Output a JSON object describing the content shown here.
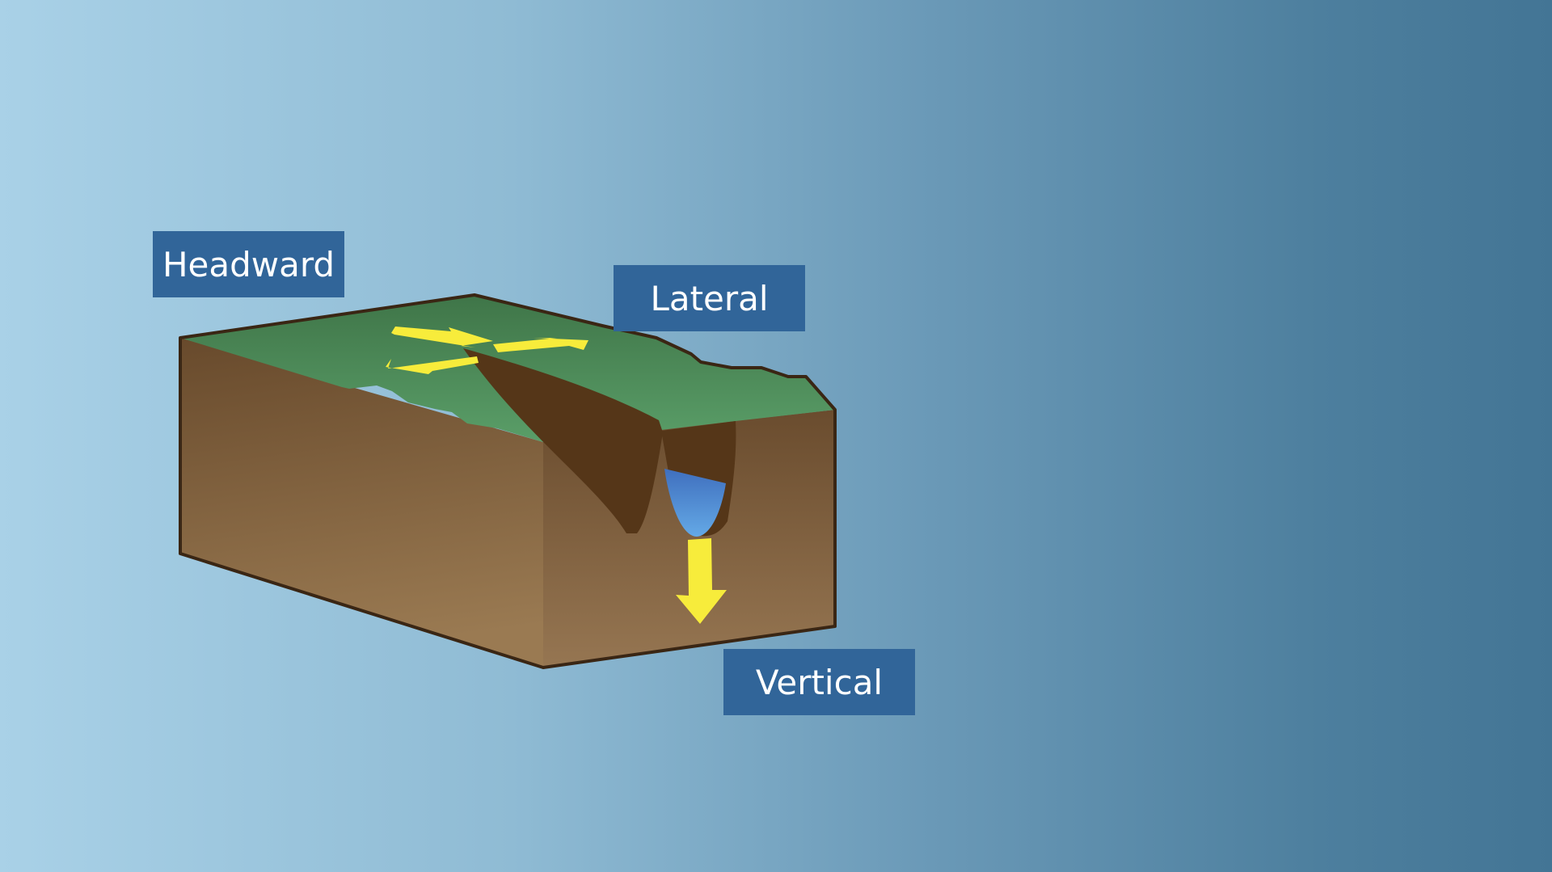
{
  "labels": {
    "headward": "Headward",
    "lateral": "Lateral",
    "vertical": "Vertical"
  },
  "colors": {
    "label_background": "#316599",
    "label_text": "#ffffff",
    "grass_top": "#3f7548",
    "grass_bottom": "#5a9e68",
    "soil_dark": "#684a2c",
    "soil_light": "#9a7a52",
    "channel": "#553618",
    "water_top": "#3f6fbe",
    "water_bottom": "#64a9e6",
    "arrow": "#f7ec3b",
    "outline": "#3a2614"
  },
  "icons": {
    "headward_arrows": "double-arrow-icon",
    "vertical_arrow": "arrow-down-icon"
  }
}
